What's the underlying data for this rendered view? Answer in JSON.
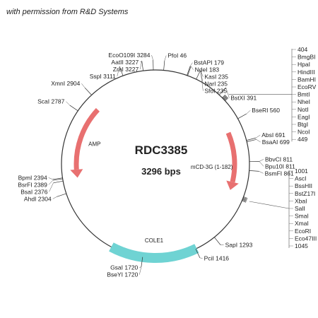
{
  "permission_text": "with permission from R&D Systems",
  "plasmid": {
    "name": "RDC3385",
    "size_label": "3296 bps",
    "length": 3296
  },
  "features": [
    {
      "name": "AMP",
      "type": "arrow",
      "color": "#e87070",
      "start": 2868,
      "end": 2380,
      "strand": "-"
    },
    {
      "name": "",
      "type": "arrow",
      "color": "#e87070",
      "start": 612,
      "end": 1000,
      "strand": "+"
    },
    {
      "name": "COLE1",
      "type": "band",
      "color": "#6fd3d3",
      "start": 1410,
      "end": 1905
    },
    {
      "name": "mCD-3G (1-182)",
      "type": "label",
      "pos": 870
    }
  ],
  "sites": [
    {
      "name": "PfoI",
      "pos": 46
    },
    {
      "name": "BstAPI",
      "pos": 179
    },
    {
      "name": "NdeI",
      "pos": 183
    },
    {
      "name": "KasI",
      "pos": 235
    },
    {
      "name": "NarI",
      "pos": 235
    },
    {
      "name": "SfoI",
      "pos": 235
    },
    {
      "name": "BstXI",
      "pos": 391
    },
    {
      "name": "BseRI",
      "pos": 560
    },
    {
      "name": "AbsI",
      "pos": 691
    },
    {
      "name": "BsaAI",
      "pos": 699
    },
    {
      "name": "BbvCI",
      "pos": 811
    },
    {
      "name": "Bpu10I",
      "pos": 811
    },
    {
      "name": "BsmFI",
      "pos": 861
    },
    {
      "name": "SapI",
      "pos": 1293
    },
    {
      "name": "PciI",
      "pos": 1416
    },
    {
      "name": "GsaI",
      "pos": 1720
    },
    {
      "name": "BseYI",
      "pos": 1720
    },
    {
      "name": "AhdI",
      "pos": 2304
    },
    {
      "name": "BsaI",
      "pos": 2376
    },
    {
      "name": "BsrFI",
      "pos": 2389
    },
    {
      "name": "BpmI",
      "pos": 2394
    },
    {
      "name": "ScaI",
      "pos": 2787
    },
    {
      "name": "XmnI",
      "pos": 2904
    },
    {
      "name": "SspI",
      "pos": 3111
    },
    {
      "name": "AatII",
      "pos": 3227
    },
    {
      "name": "ZraI",
      "pos": 3227
    },
    {
      "name": "EcoO109I",
      "pos": 3284
    }
  ],
  "mcs1": {
    "start": "404",
    "end": "449",
    "enzymes": [
      "BmgBI",
      "HpaI",
      "HindIII",
      "BamHI",
      "EcoRV",
      "BmtI",
      "NheI",
      "NotI",
      "EagI",
      "BtgI",
      "NcoI"
    ]
  },
  "mcs2": {
    "start": "1001",
    "end": "1045",
    "enzymes": [
      "AscI",
      "BssHII",
      "BstZ17I",
      "XbaI",
      "SalI",
      "SmaI",
      "XmaI",
      "EcoRI",
      "Eco47III"
    ]
  }
}
